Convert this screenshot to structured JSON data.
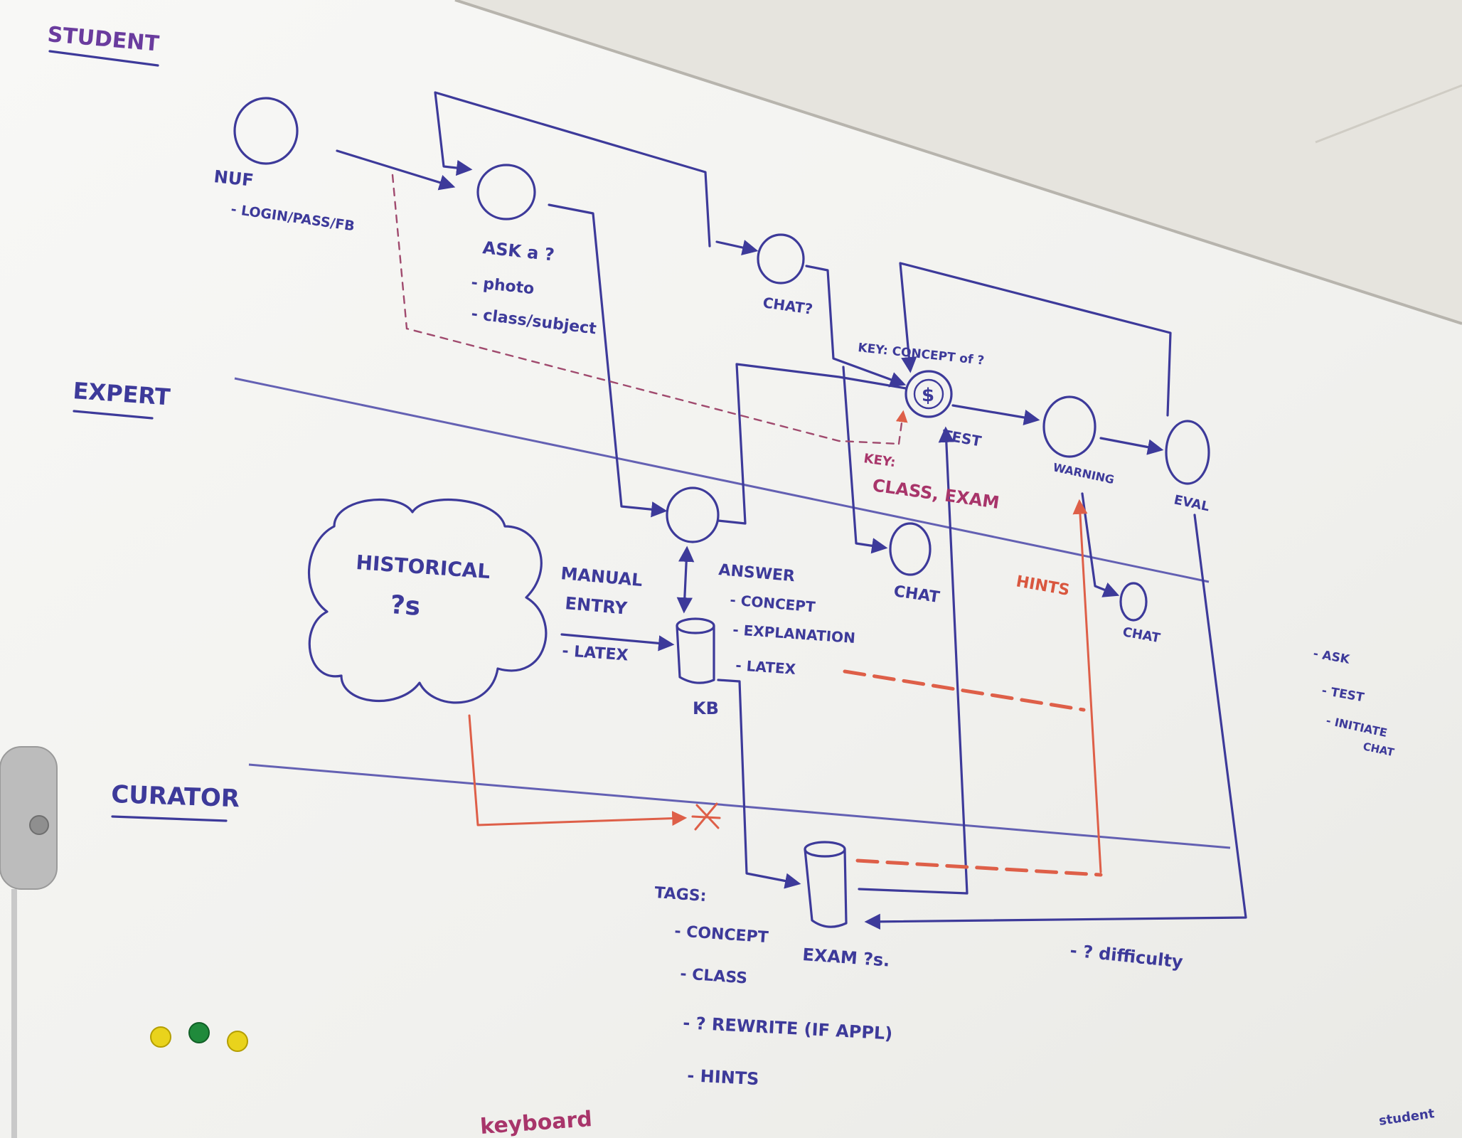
{
  "colors": {
    "board": "#f4f4f1",
    "ink_blue": "#3d3a9a",
    "ink_red": "#de5f48",
    "ink_magenta": "#a8356a"
  },
  "lanes": {
    "student": "STUDENT",
    "expert": "EXPERT",
    "curator": "CURATOR"
  },
  "nodes": {
    "nuf": {
      "label": "NUF",
      "detail": "- LOGIN/PASS/FB"
    },
    "ask": {
      "label": "ASK a ?",
      "details": [
        "- photo",
        "- class/subject"
      ]
    },
    "chat_top": {
      "label": "CHAT?"
    },
    "test": {
      "symbol": "$",
      "label": "TEST"
    },
    "warning": {
      "label": "WARNING"
    },
    "eval": {
      "label": "EVAL"
    },
    "chat_mid": {
      "label": "CHAT"
    },
    "chat_small": {
      "label": "CHAT"
    },
    "kb": {
      "label": "KB"
    },
    "exam": {
      "label": "EXAM ?s."
    },
    "historical": {
      "lines": [
        "HISTORICAL",
        "?s"
      ]
    }
  },
  "annotations": {
    "key_concept": "KEY: CONCEPT of ?",
    "key_class_title": "KEY:",
    "key_class_value": "CLASS, EXAM",
    "hints": "HINTS",
    "answer_title": "ANSWER",
    "answer_items": [
      "- CONCEPT",
      "- EXPLANATION",
      "- LATEX"
    ],
    "manual_entry": [
      "MANUAL",
      "ENTRY"
    ],
    "manual_latex": "- LATEX",
    "tags_title": "TAGS:",
    "tags_items": [
      "- CONCEPT",
      "- CLASS",
      "- ? REWRITE (IF APPL)",
      "- HINTS"
    ],
    "difficulty": "- ? difficulty",
    "right_list": [
      "- ASK",
      "- TEST",
      "- INITIATE",
      "CHAT"
    ],
    "bottom_left": "keyboard",
    "bottom_right": "student"
  }
}
